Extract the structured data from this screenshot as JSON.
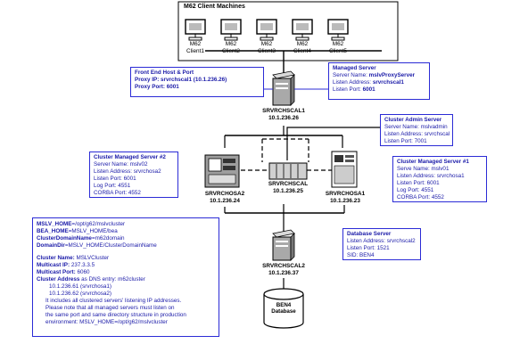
{
  "clients": {
    "title": "M62 Client Machines",
    "machines": [
      {
        "line1": "M62",
        "line2": "Client1"
      },
      {
        "line1": "M62",
        "line2": "Client2"
      },
      {
        "line1": "M62",
        "line2": "Client3"
      },
      {
        "line1": "M62",
        "line2": "Client4"
      },
      {
        "line1": "M62",
        "line2": "Client5"
      }
    ]
  },
  "front_end": {
    "title": "Front End Host & Port",
    "proxy_ip_label": "Proxy IP:",
    "proxy_ip_value": "srvrchscal1 (10.1.236.26)",
    "proxy_port_label": "Proxy Port:",
    "proxy_port_value": "6001"
  },
  "managed_server": {
    "title": "Managed Server",
    "name_label": "Server Name:",
    "name_value": "mslvProxyServer",
    "addr_label": "Listen Address:",
    "addr_value": "srvrchscal1",
    "port_label": "Listen Port:",
    "port_value": "6001"
  },
  "srvrchscal1": {
    "name": "SRVRCHSCAL1",
    "ip": "10.1.236.26"
  },
  "cluster_admin": {
    "title": "Cluster Admin Server",
    "line1": "Server Name: mslvadmin",
    "line2": "Listen Address: srvrchscal",
    "line3": "Listen Port: 7001"
  },
  "cms2": {
    "title": "Cluster Managed Server #2",
    "line1": "Server Name: mslv02",
    "line2": "Listen Address: srvrchosa2",
    "line3": "Listen Port: 6001",
    "line4": "Log Port: 4551",
    "line5": "CORBA Port: 4552"
  },
  "cms1": {
    "title": "Cluster Managed Server #1",
    "line1": "Serve Name: mslv01",
    "line2": "Listen Address: srvrchosa1",
    "line3": "Listen Port: 6001",
    "line4": "Log Port: 4551",
    "line5": "CORBA Port: 4552"
  },
  "srvrchosa2": {
    "name": "SRVRCHOSA2",
    "ip": "10.1.236.24"
  },
  "srvrchscal": {
    "name": "SRVRCHSCAL",
    "ip": "10.1.236.25"
  },
  "srvrchosa1": {
    "name": "SRVRCHOSA1",
    "ip": "10.1.236.23"
  },
  "database_server": {
    "title": "Database Server",
    "line1": "Listen Address: srvrchscal2",
    "line2": "Listen Port: 1521",
    "line3": "SID: BEN4"
  },
  "srvrchscal2": {
    "name": "SRVRCHSCAL2",
    "ip": "10.1.236.37"
  },
  "database": {
    "line1": "BEN4",
    "line2": "Database"
  },
  "notes": {
    "mslv_home_key": "MSLV_HOME",
    "mslv_home_val": "=/opt/g62/mslvcluster",
    "bea_home_key": "BEA_HOME",
    "bea_home_val": "=MSLV_HOME/bea",
    "cdn_key": "ClusterDomainName",
    "cdn_val": "=m62domain",
    "domaindir_key": "DomainDir",
    "domaindir_val": "=MSLV_HOME/ClusterDomainName",
    "cluster_name_key": "Cluster Name:",
    "cluster_name_val": "MSLVCluster",
    "multicast_ip_key": "Multicast IP:",
    "multicast_ip_val": "237.3.3.5",
    "multicast_port_key": "Multicast Port:",
    "multicast_port_val": "6060",
    "cluster_addr_key": "Cluster Address",
    "cluster_addr_val": "as DNS entry: m62cluster",
    "addr1": "10.1.236.61 (srvrchosa1)",
    "addr2": "10.1.236.62 (srvrchosa2)",
    "text1": "It includes all clustered servers' listening IP addresses.",
    "text2": "Please note that all managed servers must listen on",
    "text3": "the same port and same directory structure in production",
    "text4": "environment: MSLV_HOME=/opt/g62/mslvcluster"
  }
}
